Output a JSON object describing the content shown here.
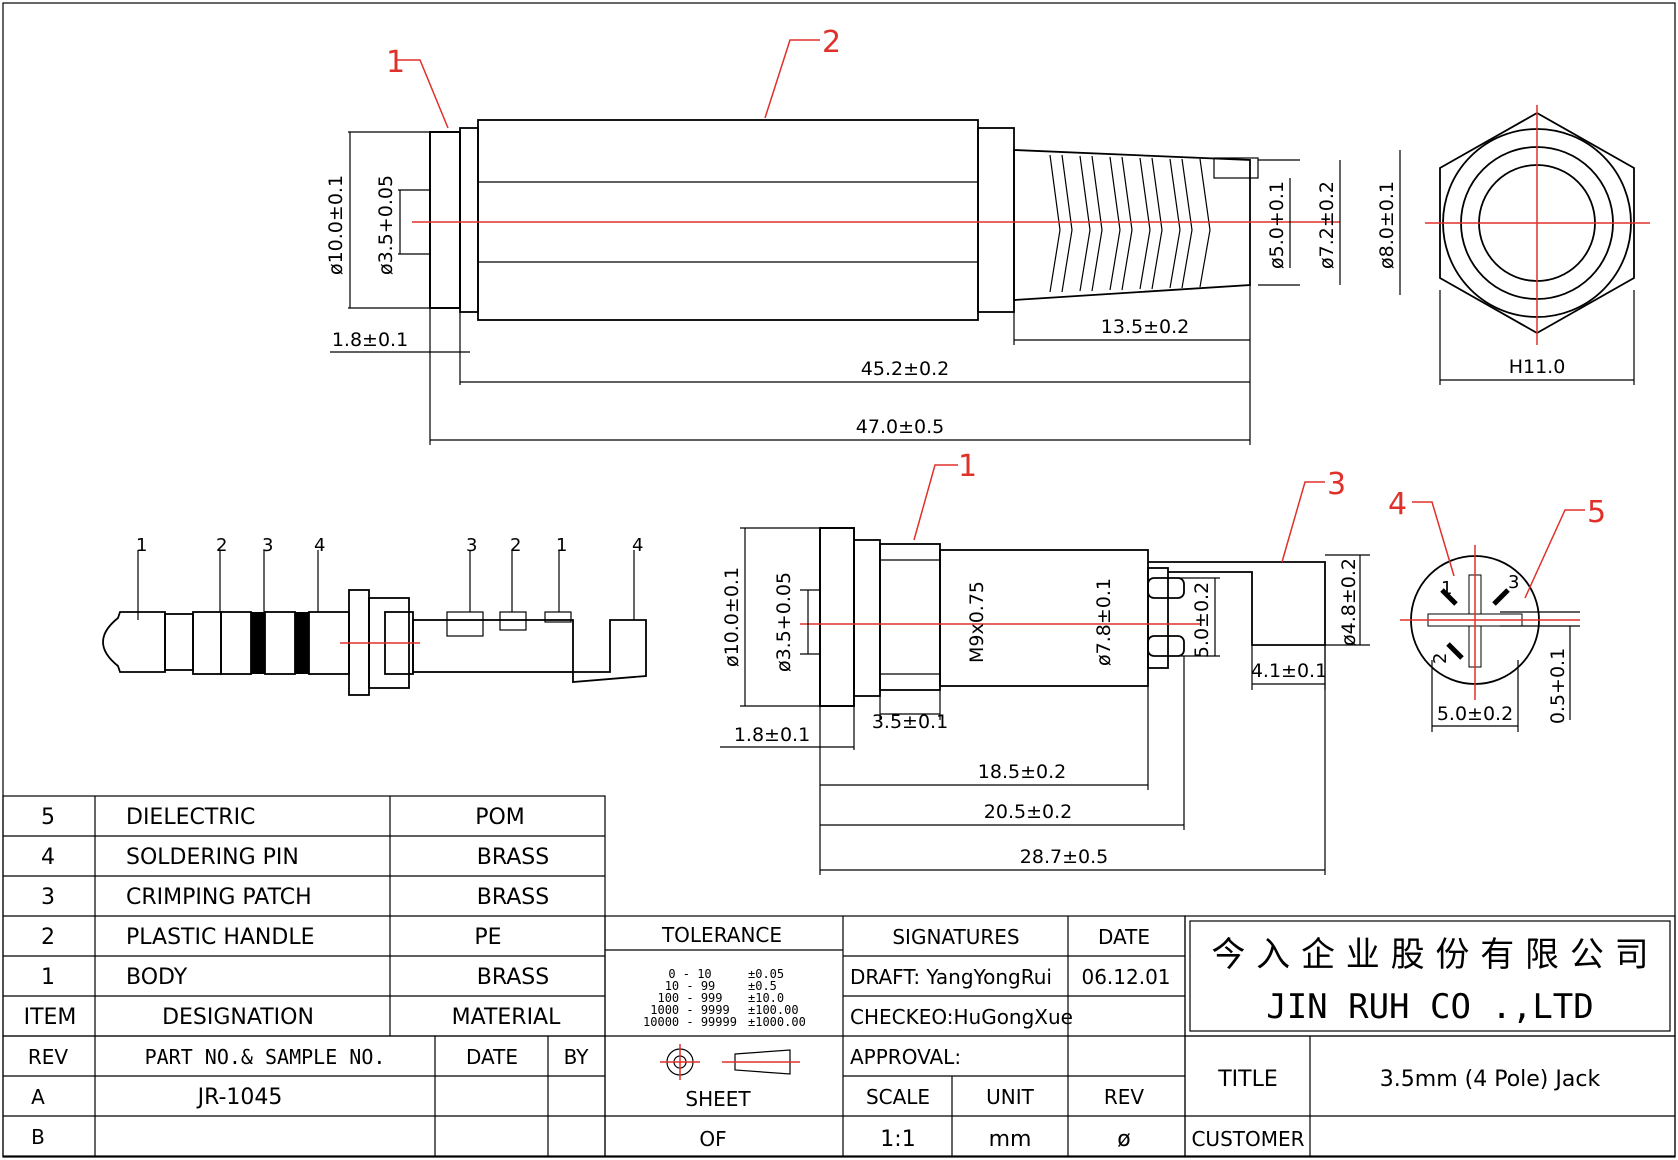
{
  "drawing": {
    "top_view": {
      "callout_1": "1",
      "callout_2": "2",
      "dims": {
        "dia_10": "ø10.0±0.1",
        "dia_3_5": "ø3.5+0.05",
        "dia_5": "ø5.0+0.1",
        "dia_7_2": "ø7.2±0.2",
        "dia_8": "ø8.0±0.1",
        "len_1_8": "1.8±0.1",
        "len_13_5": "13.5±0.2",
        "len_45_2": "45.2±0.2",
        "len_47": "47.0±0.5",
        "hex": "H11.0"
      }
    },
    "plug_view": {
      "left_labels": [
        "1",
        "2",
        "3",
        "4"
      ],
      "right_labels": [
        "3",
        "2",
        "1",
        "4"
      ]
    },
    "lower_view": {
      "callout_1": "1",
      "callout_3": "3",
      "callout_4": "4",
      "callout_5": "5",
      "dims": {
        "dia_10": "ø10.0±0.1",
        "dia_3_5": "ø3.5+0.05",
        "thread": "M9x0.75",
        "dia_7_8": "ø7.8±0.1",
        "w_5": "5.0±0.2",
        "dia_4_8": "ø4.8±0.2",
        "len_4_1": "4.1±0.1",
        "len_1_8": "1.8±0.1",
        "len_3_5": "3.5±0.1",
        "len_18_5": "18.5±0.2",
        "len_20_5": "20.5±0.2",
        "len_28_7": "28.7±0.5",
        "face_5": "5.0±0.2",
        "face_0_5": "0.5+0.1"
      },
      "pin_labels": [
        "1",
        "3",
        "2"
      ]
    }
  },
  "bom": {
    "rows": [
      {
        "item": "5",
        "designation": "DIELECTRIC",
        "material": "POM"
      },
      {
        "item": "4",
        "designation": "SOLDERING PIN",
        "material": "BRASS"
      },
      {
        "item": "3",
        "designation": "CRIMPING PATCH",
        "material": "BRASS"
      },
      {
        "item": "2",
        "designation": "PLASTIC HANDLE",
        "material": "PE"
      },
      {
        "item": "1",
        "designation": "BODY",
        "material": "BRASS"
      }
    ],
    "headers": {
      "item": "ITEM",
      "designation": "DESIGNATION",
      "material": "MATERIAL"
    }
  },
  "title_block": {
    "rev_header": "REV",
    "part_header": "PART NO.& SAMPLE NO.",
    "date_header": "DATE",
    "by_header": "BY",
    "rev_a": "A",
    "rev_b": "B",
    "part_no": "JR-1045",
    "tolerance": {
      "title": "TOLERANCE",
      "rows": [
        {
          "range": "0 - 10",
          "tol": "±0.05"
        },
        {
          "range": "10 - 99",
          "tol": "±0.5"
        },
        {
          "range": "100 - 999",
          "tol": "±10.0"
        },
        {
          "range": "1000 - 9999",
          "tol": "±100.00"
        },
        {
          "range": "10000 - 99999",
          "tol": "±1000.00"
        }
      ]
    },
    "signatures": {
      "title": "SIGNATURES",
      "draft": "DRAFT: YangYongRui",
      "checked": "CHECKEO:HuGongXue",
      "approval": "APPROVAL:"
    },
    "date_title": "DATE",
    "date_value": "06.12.01",
    "company_cn": "今 入 企 业 股 份 有 限 公 司",
    "company_en": "JIN  RUH  CO .,LTD",
    "sheet_label": "SHEET",
    "of_label": "OF",
    "scale_label": "SCALE",
    "scale_value": "1:1",
    "unit_label": "UNIT",
    "unit_value": "mm",
    "rev_label": "REV",
    "rev_value": "ø",
    "title_label": "TITLE",
    "title_value": "3.5mm (4 Pole) Jack",
    "customer_label": "CUSTOMER",
    "customer_value": ""
  },
  "colors": {
    "line": "#000000",
    "callout": "#e0302a",
    "dielectric_fill": "#9ee7ee",
    "plastic_fill": "#7de07d"
  }
}
